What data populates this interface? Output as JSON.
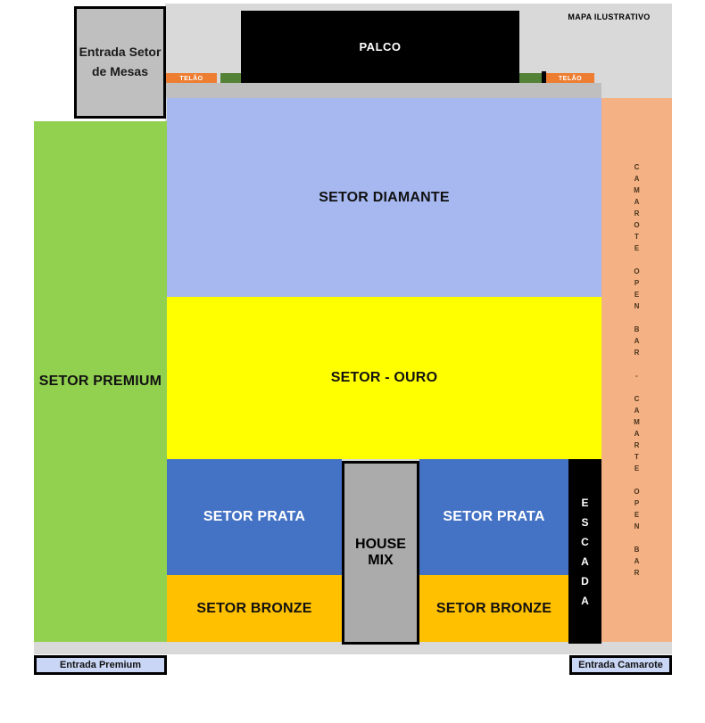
{
  "map": {
    "title": "MAPA ILUSTRATIVO",
    "background_color": "#D9D9D9",
    "apron_color": "#BFBFBF"
  },
  "stage": {
    "label": "PALCO",
    "color": "#000000"
  },
  "screens": {
    "label": "TELÃO",
    "color": "#ED7D31",
    "green_accent_color": "#538135"
  },
  "sectors": {
    "premium": {
      "label": "SETOR PREMIUM",
      "color": "#92D050"
    },
    "diamante": {
      "label": "SETOR DIAMANTE",
      "color": "#A6B8EF"
    },
    "ouro": {
      "label": "SETOR - OURO",
      "color": "#FFFF00"
    },
    "prata": {
      "label": "SETOR PRATA",
      "color": "#4472C4"
    },
    "bronze": {
      "label": "SETOR BRONZE",
      "color": "#FFC000"
    },
    "house_mix": {
      "label": "HOUSE MIX",
      "color": "#ABABAB"
    },
    "escada": {
      "label": "ESCADA",
      "color": "#000000"
    },
    "camarote": {
      "label": "CAMAROTE OPEN BAR - CAMARTE OPEN BAR",
      "color": "#F4B183"
    }
  },
  "entrances": {
    "mesas": {
      "label": "Entrada Setor de Mesas",
      "fill": "#BFBFBF"
    },
    "premium": {
      "label": "Entrada Premium",
      "fill": "#C9D6F5"
    },
    "camarote": {
      "label": "Entrada Camarote",
      "fill": "#C9D6F5"
    }
  }
}
